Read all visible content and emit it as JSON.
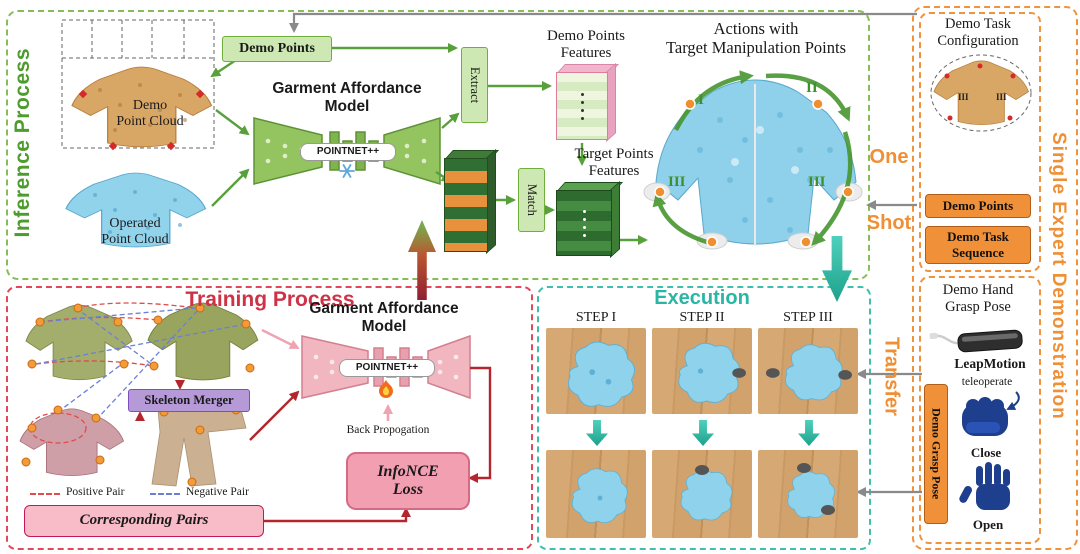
{
  "inference": {
    "title": "Inference Process",
    "demo_points_box": "Demo Points",
    "demo_point_cloud": "Demo\nPoint Cloud",
    "operated_point_cloud": "Operated\nPoint Cloud",
    "model_title": "Garment Affordance\nModel",
    "backbone": "POINTNET++",
    "extract": "Extract",
    "demo_points_features": "Demo Points\nFeatures",
    "match": "Match",
    "target_points_features": "Target Points\nFeatures",
    "actions_title": "Actions with\nTarget Manipulation Points",
    "action_labels": [
      "I",
      "II",
      "III",
      "III"
    ]
  },
  "training": {
    "title": "Training Process",
    "model_title": "Garment Affordance\nModel",
    "backbone": "POINTNET++",
    "skeleton_merger": "Skeleton Merger",
    "back_propogation": "Back Propogation",
    "infonce_loss": "InfoNCE\nLoss",
    "corresponding_pairs": "Corresponding Pairs",
    "positive_pair": "Positive Pair",
    "negative_pair": "Negative Pair"
  },
  "execution": {
    "title": "Execution",
    "steps": [
      "STEP I",
      "STEP II",
      "STEP III"
    ]
  },
  "transfer": {
    "word1": "One",
    "word2": "Shot",
    "word3": "Transfer"
  },
  "demonstration": {
    "title": "Single Expert Demonstration",
    "task_config_title": "Demo Task\nConfiguration",
    "config_annotations": [
      "III",
      "III"
    ],
    "demo_points_btn": "Demo Points",
    "demo_task_sequence_btn": "Demo Task\nSequence",
    "hand_grasp_title": "Demo Hand\nGrasp Pose",
    "device": "LeapMotion",
    "teleoperate": "teleoperate",
    "demo_grasp_pose_btn": "Demo Grasp Pose",
    "close": "Close",
    "open": "Open"
  }
}
